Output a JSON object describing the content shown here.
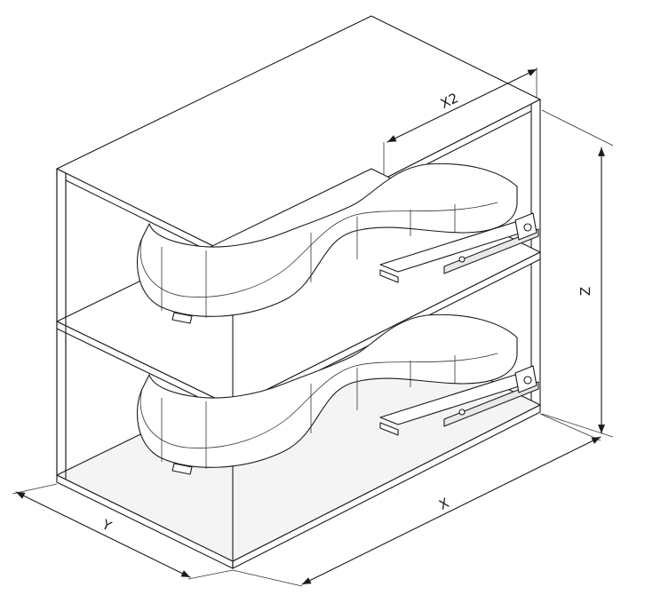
{
  "drawing": {
    "dimensions": {
      "x": "X",
      "x2": "X2",
      "y": "Y",
      "z": "Z"
    },
    "colors": {
      "line": "#1a1a1a",
      "panel_fill": "#ffffff",
      "shade": "#e9e9e9"
    }
  }
}
